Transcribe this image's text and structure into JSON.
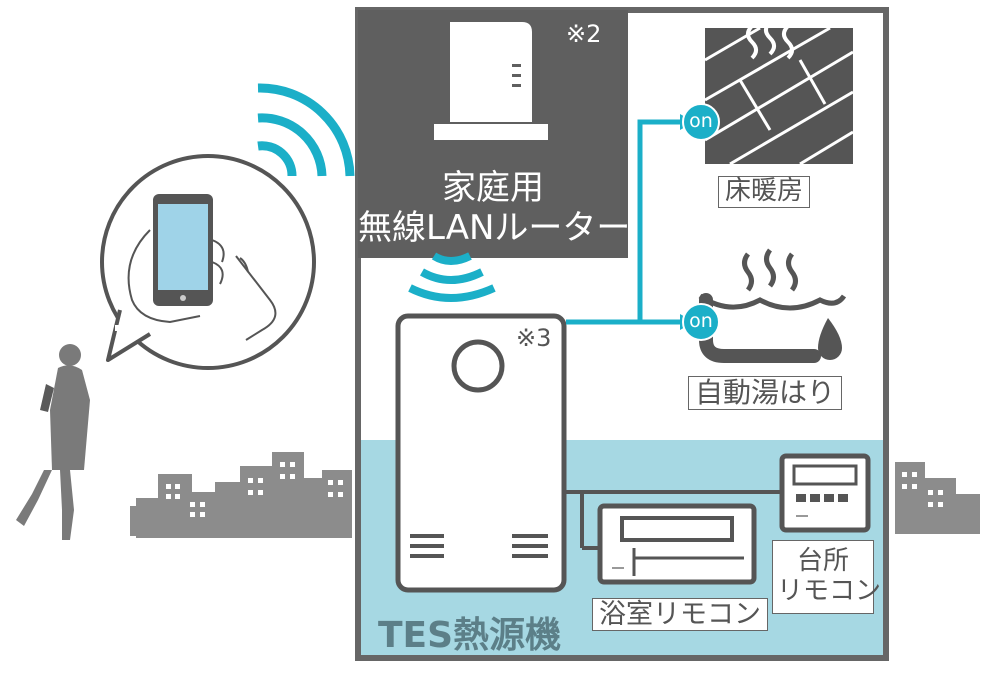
{
  "router": {
    "label_line1": "家庭用",
    "label_line2": "無線LANルーター",
    "note": "※2"
  },
  "heat_source": {
    "label": "TES熱源機",
    "note": "※3"
  },
  "features": [
    {
      "name": "床暖房",
      "badge": "on"
    },
    {
      "name": "自動湯はり",
      "badge": "on"
    }
  ],
  "remotes": {
    "bathroom": "浴室リモコン",
    "kitchen_line1": "台所",
    "kitchen_line2": "リモコン"
  },
  "colors": {
    "accent": "#1bafc8",
    "house_frame": "#666666",
    "router_panel": "#5f5f5f",
    "lower_band": "#a6d8e3",
    "city": "#8c8c8c"
  }
}
